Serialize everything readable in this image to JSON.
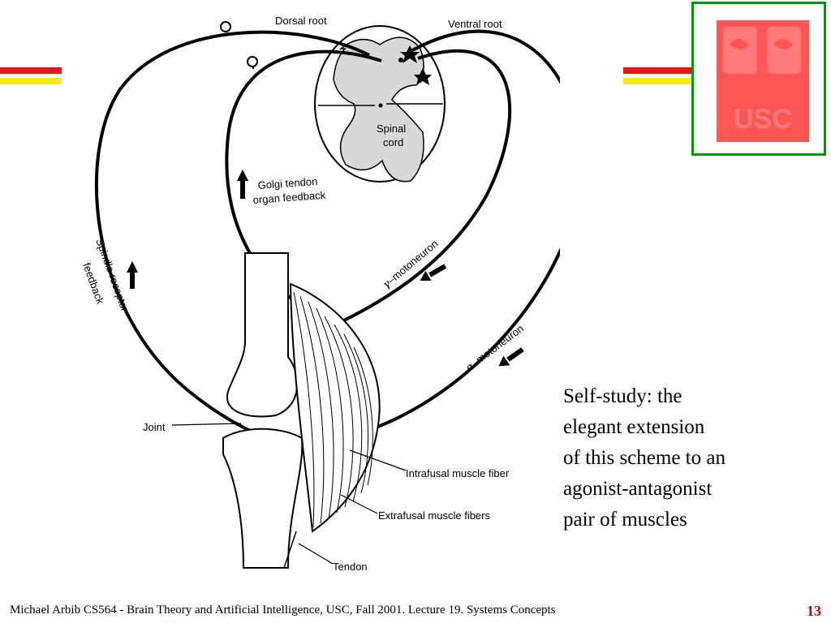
{
  "diagram": {
    "labels": {
      "dorsal_root": "Dorsal root",
      "ventral_root": "Ventral root",
      "spinal_cord_1": "Spinal",
      "spinal_cord_2": "cord",
      "golgi_1": "Golgi tendon",
      "golgi_2": "organ feedback",
      "spindle_1": "Spindle receptor",
      "spindle_2": "feedback",
      "gamma_symbol": "γ",
      "gamma_text": "–motoneuron",
      "alpha_symbol": "α",
      "alpha_text": "–motoneuron",
      "joint": "Joint",
      "intrafusal": "Intrafusal muscle fiber",
      "extrafusal": "Extrafusal muscle fibers",
      "tendon": "Tendon"
    }
  },
  "caption": [
    "Self-study: the",
    "elegant extension",
    "of this scheme to an",
    "agonist-antagonist",
    "pair of muscles"
  ],
  "footer": "Michael Arbib CS564 - Brain Theory and Artificial Intelligence,  USC, Fall 2001. Lecture 19. Systems Concepts",
  "page_number": "13",
  "logo": {
    "text": "USC",
    "color": "#ff5555"
  },
  "colors": {
    "stripe_red": "#e8141b",
    "stripe_yellow": "#f5ea1c",
    "frame_green": "#009900",
    "page_number": "#cc0000"
  }
}
